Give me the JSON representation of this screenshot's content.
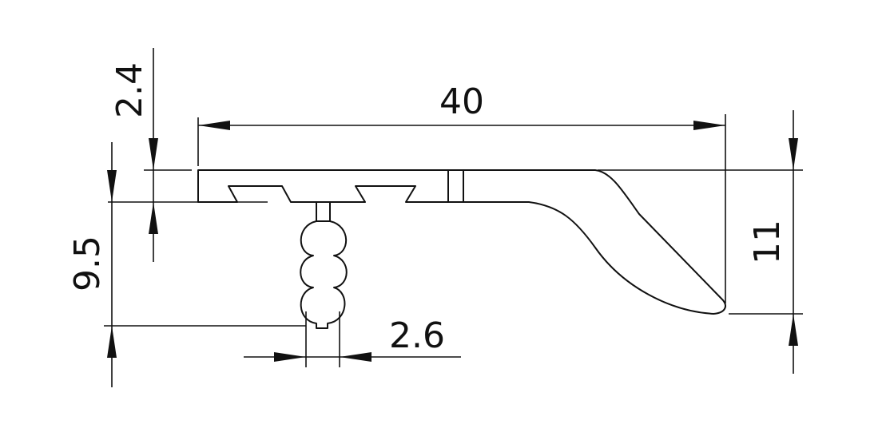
{
  "dimensions": {
    "length": "40",
    "total_height": "11",
    "flange_thickness": "2.4",
    "stem_height": "9.5",
    "stem_width": "2.6"
  }
}
